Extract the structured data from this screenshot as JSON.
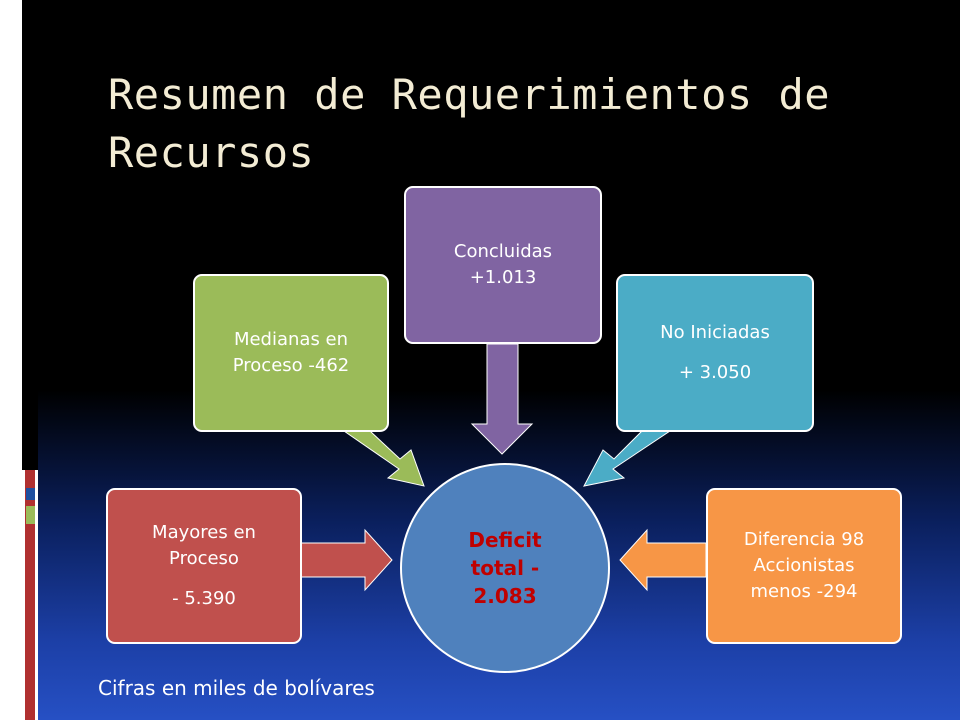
{
  "slide": {
    "title": "Resumen de Requerimientos de Recursos",
    "footnote": "Cifras en miles de bolívares"
  },
  "center": {
    "lines": [
      "Deficit",
      "total -",
      "2.083"
    ],
    "fill_color": "#4f81bd",
    "text_color": "#c00000"
  },
  "nodes": [
    {
      "id": "mayores",
      "lines": [
        "Mayores en",
        "Proceso",
        "- 5.390"
      ],
      "color": "#c0504d"
    },
    {
      "id": "medianas",
      "lines": [
        "Medianas en",
        "Proceso -462"
      ],
      "color": "#9bbb59"
    },
    {
      "id": "concluidas",
      "lines": [
        "Concluidas",
        "+1.013"
      ],
      "color": "#8064a2"
    },
    {
      "id": "no-iniciadas",
      "lines": [
        "No Iniciadas",
        "+ 3.050"
      ],
      "color": "#4bacc6"
    },
    {
      "id": "diferencia",
      "lines": [
        "Diferencia  98",
        "Accionistas",
        "menos -294"
      ],
      "color": "#f79646"
    }
  ]
}
